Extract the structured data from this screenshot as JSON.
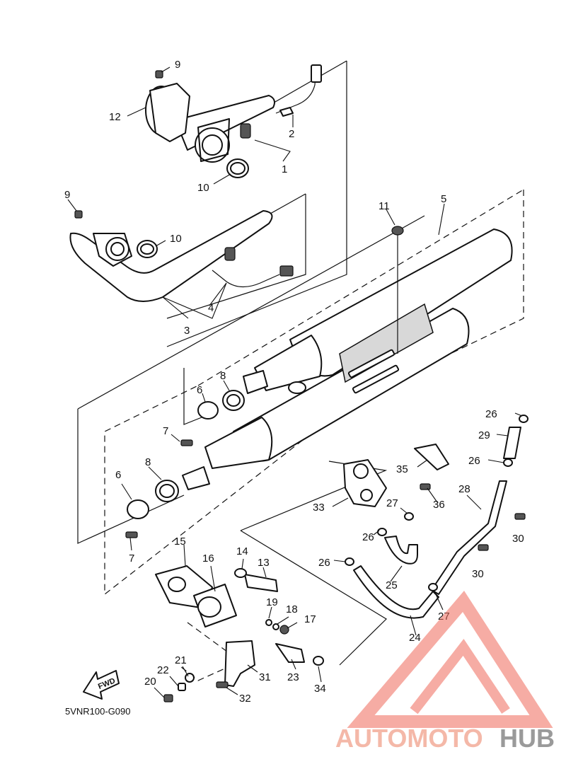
{
  "diagram": {
    "code": "5VNR100-G090",
    "fwd_label": "FWD",
    "callouts": [
      "9",
      "12",
      "2",
      "1",
      "10",
      "9",
      "10",
      "4",
      "3",
      "11",
      "5",
      "8",
      "6",
      "7",
      "8",
      "6",
      "7",
      "26",
      "29",
      "26",
      "35",
      "33",
      "28",
      "27",
      "36",
      "26",
      "30",
      "26",
      "30",
      "15",
      "16",
      "14",
      "13",
      "25",
      "19",
      "18",
      "17",
      "27",
      "24",
      "21",
      "22",
      "20",
      "31",
      "23",
      "34",
      "32"
    ]
  },
  "watermark": {
    "part1": "AUTOMOTO",
    "part2": "HUB",
    "color1": "#f4b8a8",
    "color2": "#9a9a9a",
    "logo_color": "#f06a5a"
  }
}
